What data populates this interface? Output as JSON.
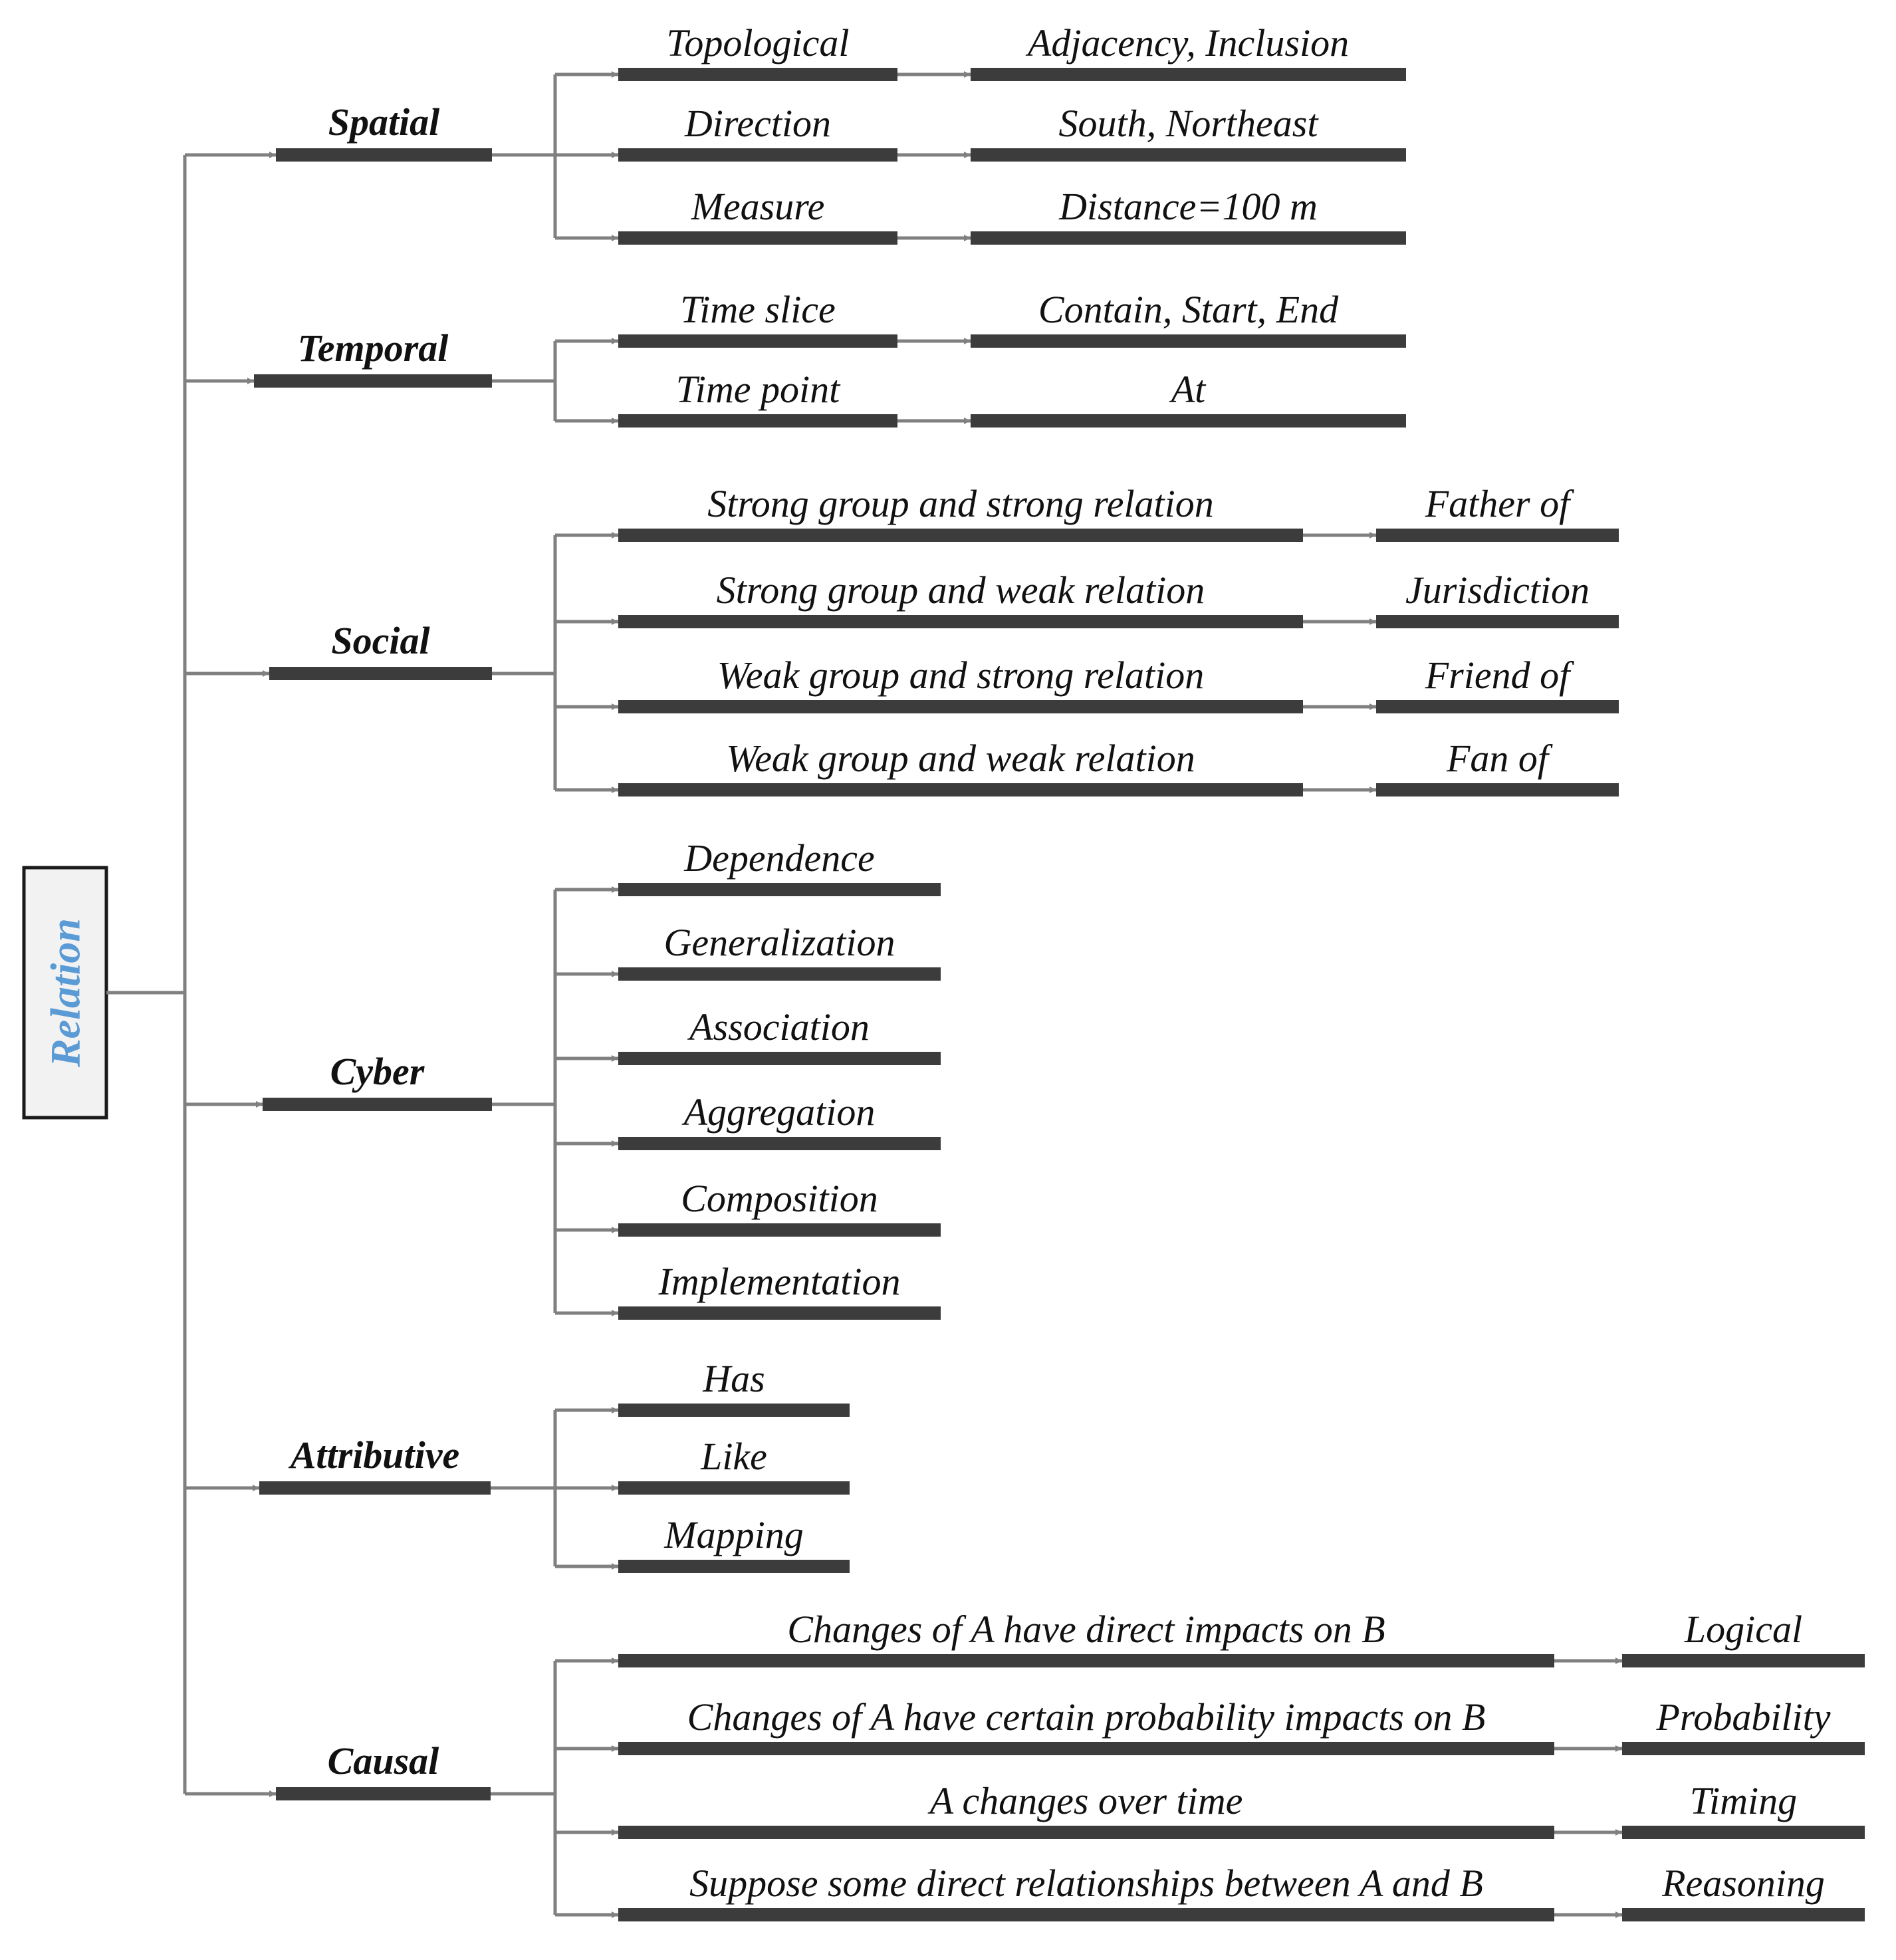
{
  "colors": {
    "bar": "#3c3c3c",
    "connector": "#808080",
    "root_text": "#5b9bd5",
    "root_fill": "#f2f2f2",
    "root_border": "#1a1a1a"
  },
  "root": {
    "label": "Relation"
  },
  "categories": [
    {
      "label": "Spatial",
      "children": [
        {
          "label": "Topological",
          "leaf": "Adjacency, Inclusion"
        },
        {
          "label": "Direction",
          "leaf": "South, Northeast"
        },
        {
          "label": "Measure",
          "leaf": "Distance=100 m"
        }
      ]
    },
    {
      "label": "Temporal",
      "children": [
        {
          "label": "Time slice",
          "leaf": "Contain, Start, End"
        },
        {
          "label": "Time point",
          "leaf": "At"
        }
      ]
    },
    {
      "label": "Social",
      "children": [
        {
          "label": "Strong group and strong relation",
          "leaf": "Father of"
        },
        {
          "label": "Strong group and weak relation",
          "leaf": "Jurisdiction"
        },
        {
          "label": "Weak group and strong relation",
          "leaf": "Friend of"
        },
        {
          "label": "Weak group and weak relation",
          "leaf": "Fan of"
        }
      ]
    },
    {
      "label": "Cyber",
      "children": [
        {
          "label": "Dependence"
        },
        {
          "label": "Generalization"
        },
        {
          "label": "Association"
        },
        {
          "label": "Aggregation"
        },
        {
          "label": "Composition"
        },
        {
          "label": "Implementation"
        }
      ]
    },
    {
      "label": "Attributive",
      "children": [
        {
          "label": "Has"
        },
        {
          "label": "Like"
        },
        {
          "label": "Mapping"
        }
      ]
    },
    {
      "label": "Causal",
      "children": [
        {
          "label": "Changes of A have direct impacts on B",
          "leaf": "Logical"
        },
        {
          "label": "Changes of A have certain probability impacts on B",
          "leaf": "Probability"
        },
        {
          "label": "A changes over time",
          "leaf": "Timing"
        },
        {
          "label": "Suppose some direct relationships between A and B",
          "leaf": "Reasoning"
        }
      ]
    }
  ]
}
